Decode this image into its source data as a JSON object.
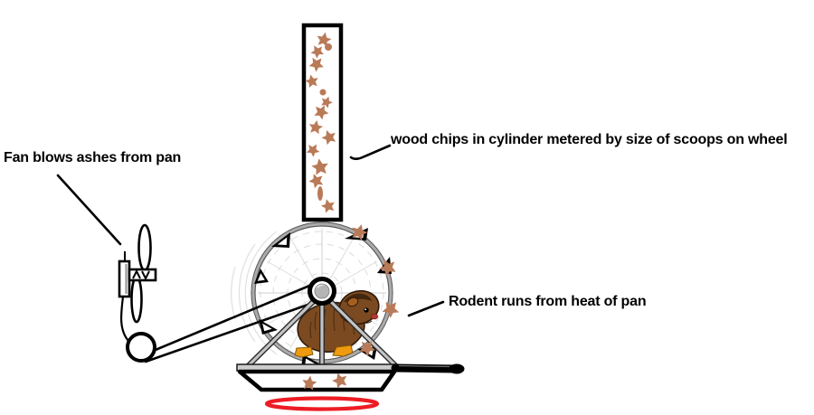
{
  "labels": {
    "fan": "Fan blows ashes from pan",
    "wood_chips": "wood chips in cylinder metered by size of scoops on wheel",
    "rodent": "Rodent runs from heat of pan"
  },
  "colors": {
    "ink": "#000000",
    "wood_chip": "#b97a57",
    "rodent_body": "#7b4a21",
    "rodent_head_patch": "#42260e",
    "rodent_ear": "#a45f1e",
    "rodent_feet": "#ef9b0f",
    "rodent_nose": "#b03a2e",
    "heat_glow": "#ed1c24",
    "metal": "#b5b5b5"
  }
}
